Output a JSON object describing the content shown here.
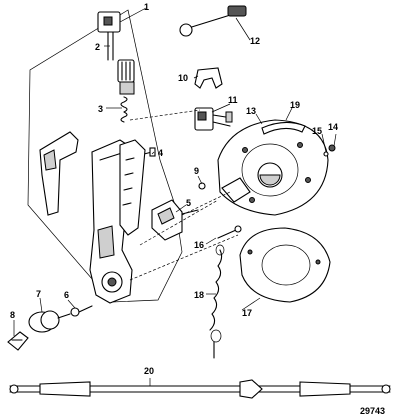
{
  "callouts": {
    "c1": "1",
    "c2": "2",
    "c3": "3",
    "c4": "4",
    "c5": "5",
    "c6": "6",
    "c7": "7",
    "c8": "8",
    "c9": "9",
    "c10": "10",
    "c11": "11",
    "c12": "12",
    "c13": "13",
    "c14": "14",
    "c15": "15",
    "c16": "16",
    "c17": "17",
    "c18": "18",
    "c19": "19",
    "c20": "20"
  },
  "figure_number": "29743"
}
